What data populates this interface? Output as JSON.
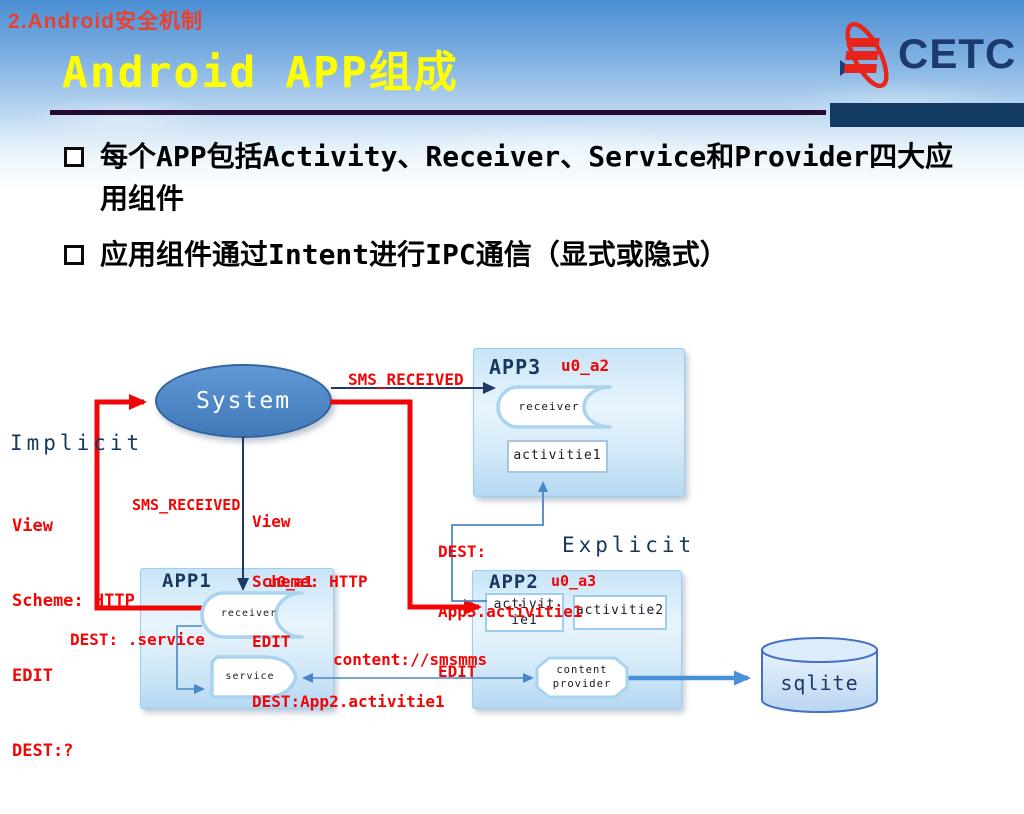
{
  "header": {
    "section_label": "2.Android安全机制",
    "title": "Android APP组成",
    "logo_text": "CETC"
  },
  "bullets": [
    "每个APP包括Activity、Receiver、Service和Provider四大应用组件",
    "应用组件通过Intent进行IPC通信（显式或隐式）"
  ],
  "diagram": {
    "system": {
      "label": "System"
    },
    "labels": {
      "implicit": "Implicit",
      "explicit": "Explicit",
      "sms_received_top": "SMS_RECEIVED",
      "sms_received_left": "SMS_RECEIVED",
      "dest_service": "DEST: .service",
      "content_uri": "content://smsmms"
    },
    "intent_left": [
      "View",
      "Scheme: HTTP",
      "EDIT",
      "DEST:?"
    ],
    "intent_mid": [
      "View",
      "Scheme: HTTP",
      "EDIT",
      "DEST:App2.activitie1"
    ],
    "intent_explicit": [
      "DEST:",
      "App3.activitie1",
      "EDIT"
    ],
    "app1": {
      "name": "APP1",
      "uid": "u0_a1",
      "receiver": "receiver",
      "service": "service"
    },
    "app2": {
      "name": "APP2",
      "uid": "u0_a3",
      "activity1": "activit ie1",
      "activity2": "activitie2",
      "provider": "content provider"
    },
    "app3": {
      "name": "APP3",
      "uid": "u0_a2",
      "receiver": "receiver",
      "activity": "activitie1"
    },
    "database": {
      "label": "sqlite"
    }
  },
  "colors": {
    "accent_red": "#f10505",
    "navy_text": "#17375e",
    "line_blue": "#4a86c8",
    "box_fill": "#cfe8f8",
    "title_yellow": "#ffff00"
  }
}
